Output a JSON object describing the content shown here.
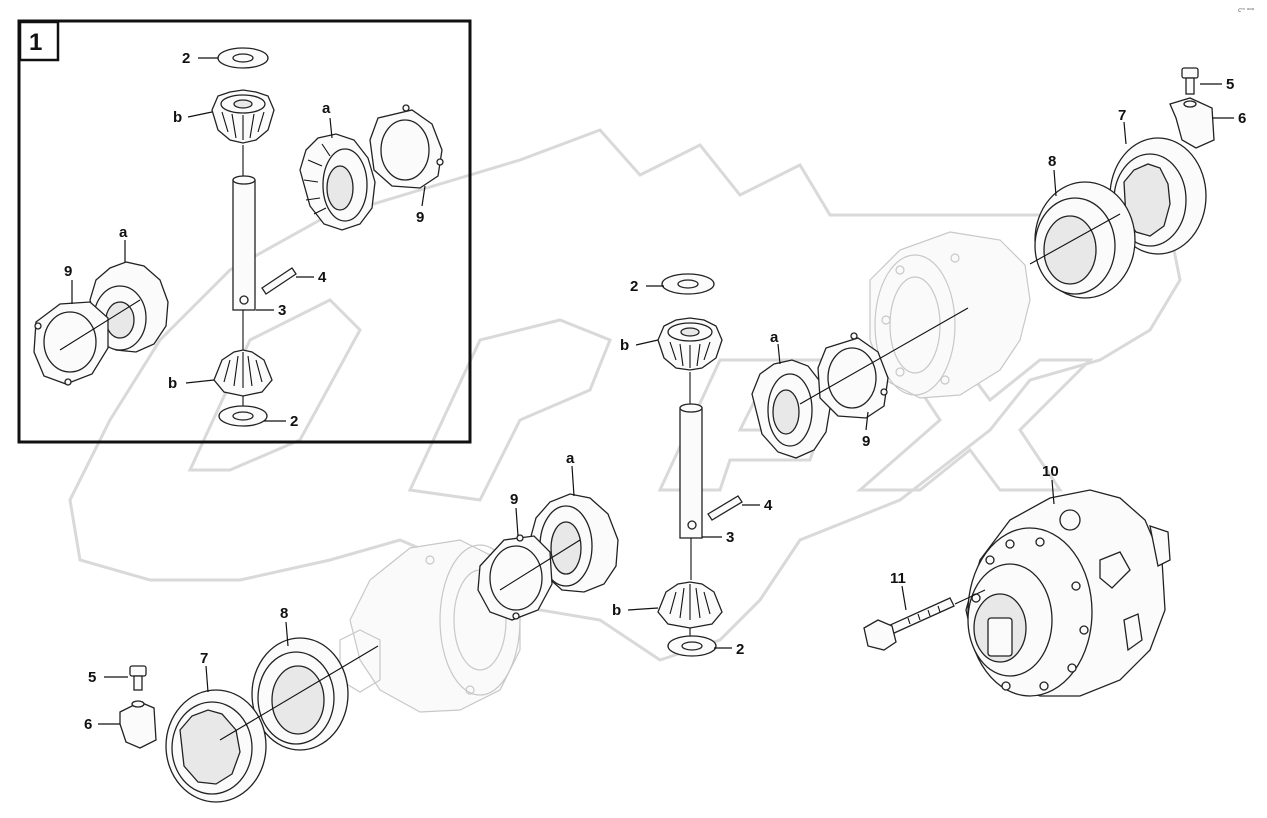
{
  "corner_code": "cᵐ ᵒᵒᵒ",
  "inset": {
    "number": "1"
  },
  "callouts": {
    "inset_2_top": "2",
    "inset_b_top": "b",
    "inset_a_right": "a",
    "inset_9_right": "9",
    "inset_a_left": "a",
    "inset_9_left": "9",
    "inset_4": "4",
    "inset_3": "3",
    "inset_b_bottom": "b",
    "inset_2_bottom": "2",
    "right_5": "5",
    "right_6": "6",
    "right_7": "7",
    "right_8": "8",
    "mid_2_top": "2",
    "mid_b_top": "b",
    "mid_a": "a",
    "mid_9": "9",
    "mid_4": "4",
    "mid_3": "3",
    "mid_b_bottom": "b",
    "mid_2_bottom": "2",
    "low_a": "a",
    "low_9": "9",
    "part_10": "10",
    "part_11": "11",
    "left_8": "8",
    "left_7": "7",
    "left_5": "5",
    "left_6": "6"
  }
}
